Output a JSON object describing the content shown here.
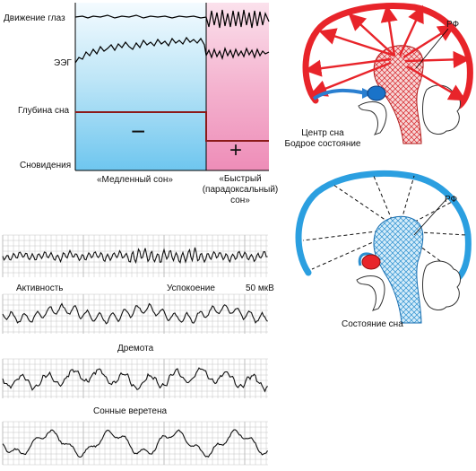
{
  "sleep_diagram": {
    "row_labels": [
      "Движение глаз",
      "ЭЭГ",
      "Глубина сна",
      "Сновидения"
    ],
    "phase_slow": "«Медленный сон»",
    "phase_fast_lines": [
      "«Быстрый",
      "(парадоксальный)",
      "сон»"
    ],
    "sign_slow": "−",
    "sign_fast": "+",
    "colors": {
      "slow_phase": "#8fd3f2",
      "fast_phase": "#f3a6c8",
      "depth_line": "#8b1a1a"
    }
  },
  "brain_awake": {
    "rf_label": "РФ",
    "center_lines": [
      "Центр сна",
      "Бодрое состояние"
    ],
    "colors": {
      "cortex": "#e8242a",
      "arrows": "#e8242a",
      "center": "#1a73c9"
    }
  },
  "brain_sleep": {
    "rf_label": "РФ",
    "caption": "Состояние сна",
    "colors": {
      "cortex": "#2b9fe0",
      "center": "#e8242a"
    }
  },
  "eeg_strips": {
    "labels": {
      "activity": "Активность",
      "calm": "Успокоение",
      "scale": "50 мкВ",
      "drowsy": "Дремота",
      "spindles": "Сонные веретена"
    },
    "colors": {
      "grid": "#b8b8b8",
      "trace": "#111111"
    }
  }
}
